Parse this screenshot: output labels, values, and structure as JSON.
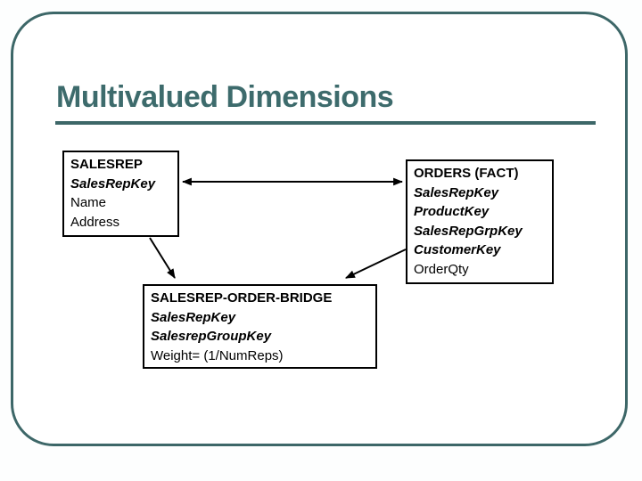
{
  "slide": {
    "title": "Multivalued Dimensions",
    "accent_color": "#3d6b6c"
  },
  "diagram": {
    "salesrep": {
      "name": "SALESREP",
      "key_fields": [
        "SalesRepKey"
      ],
      "fields": [
        "Name",
        "Address"
      ]
    },
    "orders": {
      "name": "ORDERS (FACT)",
      "key_fields": [
        "SalesRepKey",
        "ProductKey",
        "SalesRepGrpKey",
        "CustomerKey"
      ],
      "fields": [
        "OrderQty"
      ]
    },
    "bridge": {
      "name": "SALESREP-ORDER-BRIDGE",
      "key_fields": [
        "SalesRepKey",
        "SalesrepGroupKey"
      ],
      "fields": [
        "Weight= (1/NumReps)"
      ]
    },
    "relations": [
      {
        "from": "SALESREP",
        "to": "ORDERS (FACT)",
        "style": "double-headed-arrow"
      },
      {
        "from": "SALESREP",
        "to": "SALESREP-ORDER-BRIDGE",
        "style": "arrow"
      },
      {
        "from": "ORDERS (FACT)",
        "to": "SALESREP-ORDER-BRIDGE",
        "style": "arrow"
      }
    ]
  }
}
